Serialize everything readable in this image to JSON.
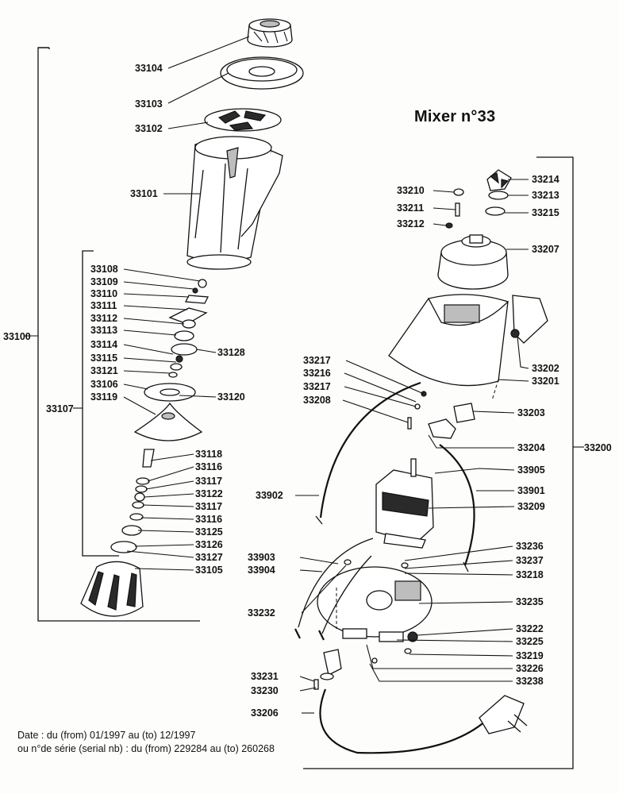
{
  "title": "Mixer n°33",
  "footnote": {
    "line1": "Date : du (from) 01/1997 au (to) 12/1997",
    "line2": "ou n°de série (serial nb) : du (from) 229284 au (to) 260268"
  },
  "assemblies": {
    "left_group": "33100",
    "blade_group": "33107",
    "right_group": "33200"
  },
  "parts": {
    "p33104": "33104",
    "p33103": "33103",
    "p33102": "33102",
    "p33101": "33101",
    "p33108": "33108",
    "p33109": "33109",
    "p33110": "33110",
    "p33111": "33111",
    "p33112": "33112",
    "p33113": "33113",
    "p33114": "33114",
    "p33115": "33115",
    "p33121": "33121",
    "p33106": "33106",
    "p33119": "33119",
    "p33128": "33128",
    "p33120": "33120",
    "p33118": "33118",
    "p33116a": "33116",
    "p33117a": "33117",
    "p33122": "33122",
    "p33117b": "33117",
    "p33116b": "33116",
    "p33125": "33125",
    "p33126": "33126",
    "p33127": "33127",
    "p33105": "33105",
    "p33210": "33210",
    "p33211": "33211",
    "p33212": "33212",
    "p33214": "33214",
    "p33213": "33213",
    "p33215": "33215",
    "p33207": "33207",
    "p33202": "33202",
    "p33201": "33201",
    "p33217a": "33217",
    "p33216": "33216",
    "p33217b": "33217",
    "p33208": "33208",
    "p33203": "33203",
    "p33204": "33204",
    "p33905": "33905",
    "p33901": "33901",
    "p33902": "33902",
    "p33209": "33209",
    "p33236": "33236",
    "p33237": "33237",
    "p33218": "33218",
    "p33903": "33903",
    "p33904": "33904",
    "p33235": "33235",
    "p33232": "33232",
    "p33222": "33222",
    "p33225": "33225",
    "p33219": "33219",
    "p33226": "33226",
    "p33238": "33238",
    "p33231": "33231",
    "p33230": "33230",
    "p33206": "33206"
  }
}
